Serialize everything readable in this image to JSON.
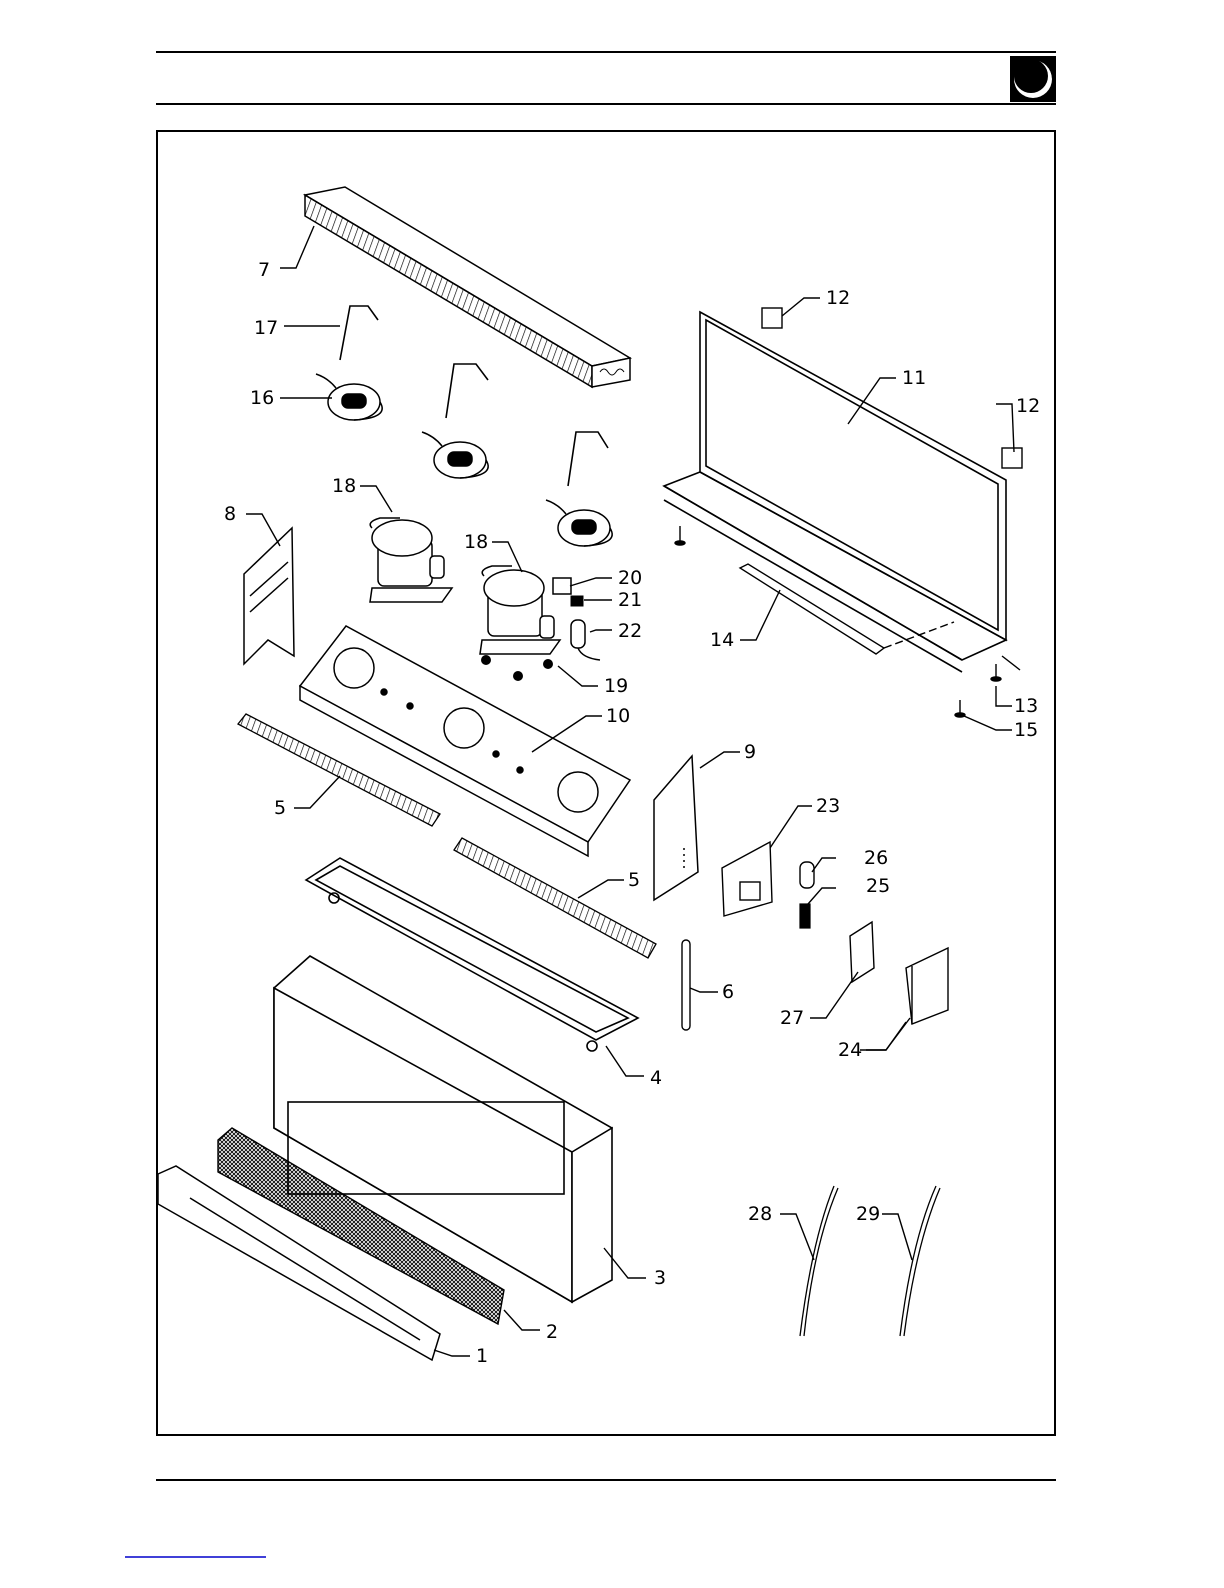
{
  "document": {
    "header_text": "",
    "footer_text": ""
  },
  "diagram": {
    "title": "",
    "callouts": {
      "p1": "1",
      "p2": "2",
      "p3": "3",
      "p4": "4",
      "p5a": "5",
      "p5b": "5",
      "p6": "6",
      "p7": "7",
      "p8": "8",
      "p9": "9",
      "p10": "10",
      "p11": "11",
      "p12a": "12",
      "p12b": "12",
      "p13": "13",
      "p14": "14",
      "p15": "15",
      "p16": "16",
      "p17": "17",
      "p18a": "18",
      "p18b": "18",
      "p19": "19",
      "p20": "20",
      "p21": "21",
      "p22": "22",
      "p23": "23",
      "p24": "24",
      "p25": "25",
      "p26": "26",
      "p27": "27",
      "p28": "28",
      "p29": "29"
    }
  },
  "colors": {
    "ink": "#000000",
    "paper": "#ffffff",
    "link": "#0000cc"
  },
  "icons": {
    "corner_badge": "circle-badge-icon"
  }
}
